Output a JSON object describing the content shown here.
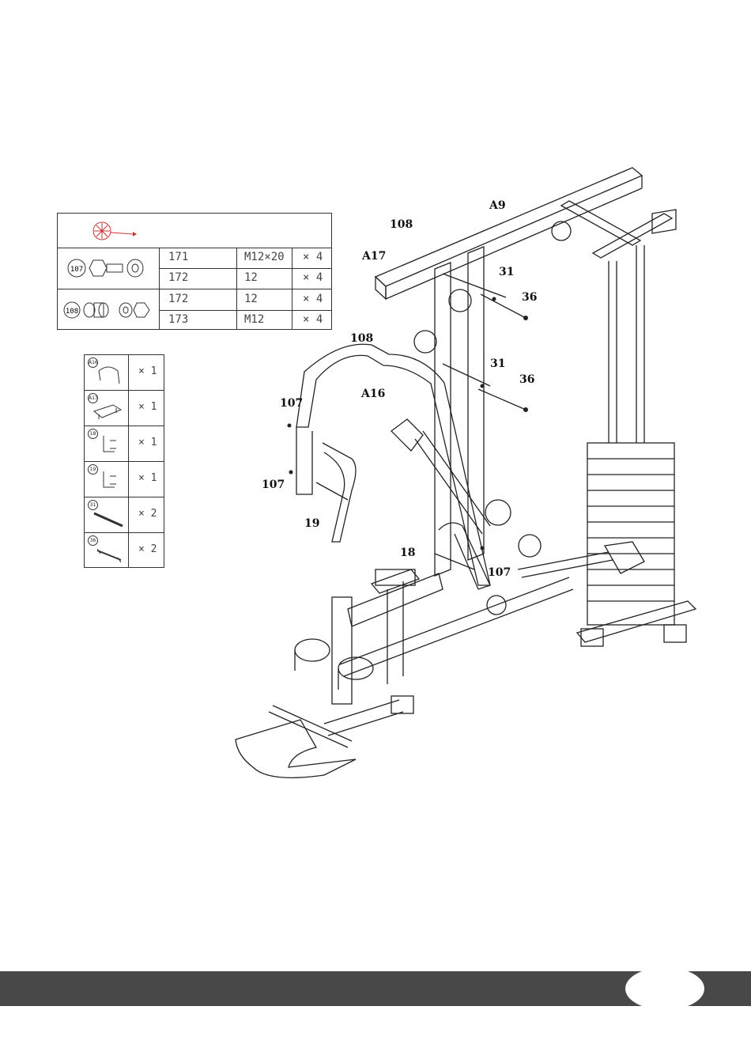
{
  "hardware_table": {
    "groups": [
      {
        "part_ids": [
          "107"
        ],
        "rows": [
          {
            "part": "171",
            "size": "M12×20",
            "qty": "× 4"
          },
          {
            "part": "172",
            "size": "12",
            "qty": "× 4"
          }
        ]
      },
      {
        "part_ids": [
          "108"
        ],
        "rows": [
          {
            "part": "172",
            "size": "12",
            "qty": "× 4"
          },
          {
            "part": "173",
            "size": "M12",
            "qty": "× 4"
          }
        ]
      }
    ]
  },
  "parts_table": {
    "rows": [
      {
        "id": "A16",
        "qty": "× 1"
      },
      {
        "id": "A17",
        "qty": "× 1"
      },
      {
        "id": "18",
        "qty": "× 1"
      },
      {
        "id": "19",
        "qty": "× 1"
      },
      {
        "id": "31",
        "qty": "× 2"
      },
      {
        "id": "36",
        "qty": "× 2"
      }
    ]
  },
  "callouts": {
    "a9": "A9",
    "p108_top": "108",
    "a17": "A17",
    "p31_top": "31",
    "p36_top": "36",
    "p108_mid": "108",
    "p31_mid": "31",
    "p36_mid": "36",
    "a16": "A16",
    "p107_top": "107",
    "p107_left": "107",
    "p19": "19",
    "p18": "18",
    "p107_bottom": "107"
  },
  "page_number": ""
}
